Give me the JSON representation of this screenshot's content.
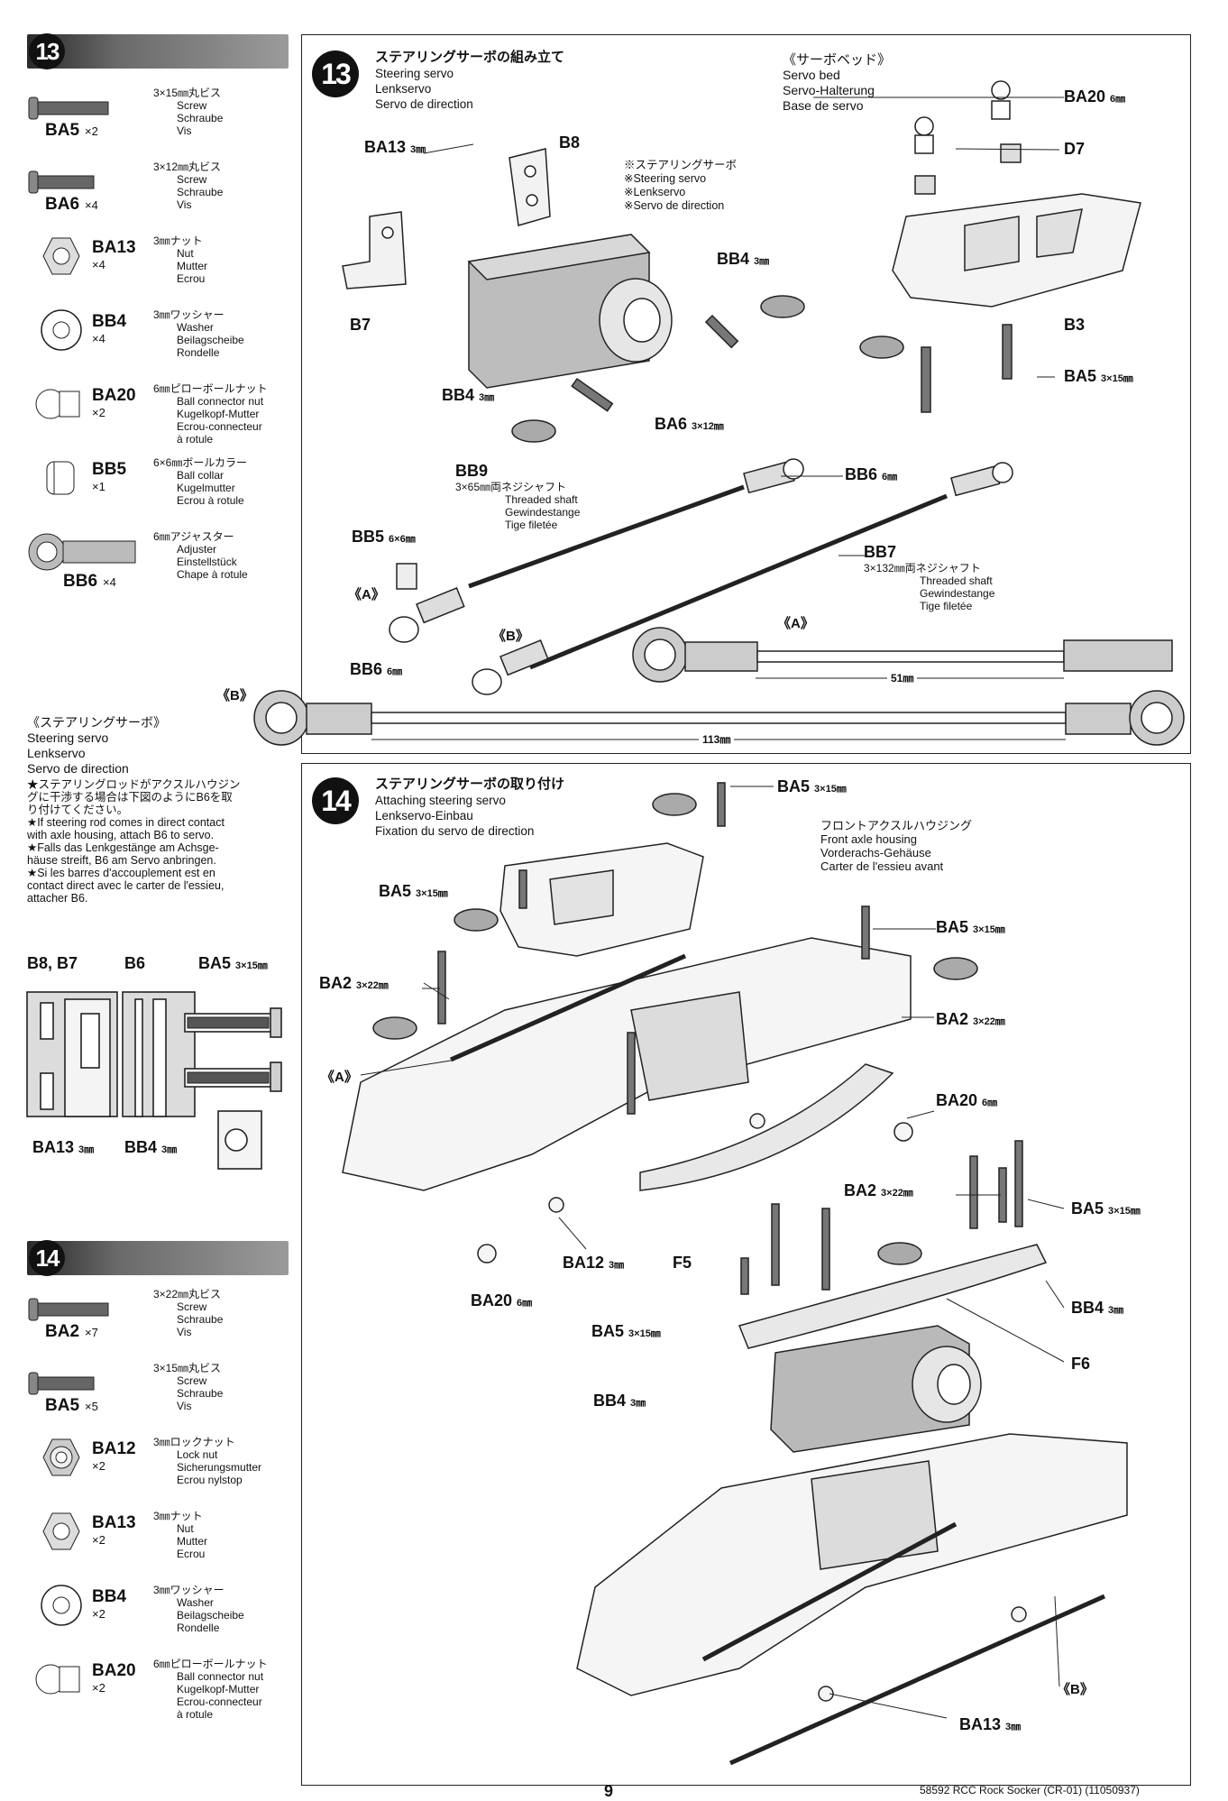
{
  "left_col": {
    "step13_parts": [
      {
        "code": "BA5",
        "qty": "×2",
        "jp": "3×15㎜丸ビス",
        "tr": [
          "Screw",
          "Schraube",
          "Vis"
        ],
        "icon": "screw-long-icon"
      },
      {
        "code": "BA6",
        "qty": "×4",
        "jp": "3×12㎜丸ビス",
        "tr": [
          "Screw",
          "Schraube",
          "Vis"
        ],
        "icon": "screw-short-icon"
      },
      {
        "code": "BA13",
        "qty": "×4",
        "jp": "3㎜ナット",
        "tr": [
          "Nut",
          "Mutter",
          "Ecrou"
        ],
        "icon": "nut-icon"
      },
      {
        "code": "BB4",
        "qty": "×4",
        "jp": "3㎜ワッシャー",
        "tr": [
          "Washer",
          "Beilagscheibe",
          "Rondelle"
        ],
        "icon": "washer-icon"
      },
      {
        "code": "BA20",
        "qty": "×2",
        "jp": "6㎜ピローボールナット",
        "tr": [
          "Ball connector nut",
          "Kugelkopf-Mutter",
          "Ecrou-connecteur",
          "à rotule"
        ],
        "icon": "ball-nut-icon"
      },
      {
        "code": "BB5",
        "qty": "×1",
        "jp": "6×6㎜ボールカラー",
        "tr": [
          "Ball collar",
          "Kugelmutter",
          "Ecrou à rotule"
        ],
        "icon": "ball-collar-icon"
      },
      {
        "code": "BB6",
        "qty": "×4",
        "jp": "6㎜アジャスター",
        "tr": [
          "Adjuster",
          "Einstellstück",
          "Chape à rotule"
        ],
        "icon": "adjuster-icon"
      }
    ],
    "servo_note_title": [
      "《ステアリングサーボ》",
      "Steering servo",
      "Lenkservo",
      "Servo de direction"
    ],
    "servo_note_body": [
      "★ステアリングロッドがアクスルハウジン",
      "グに干渉する場合は下図のようにB6を取",
      "り付けてください。",
      "★If steering rod comes in direct contact",
      "with axle housing, attach B6 to servo.",
      "★Falls das Lenkgestänge am Achsge-",
      "häuse streift, B6 am Servo anbringen.",
      "★Si les barres d'accouplement est en",
      "contact direct avec le carter de l'essieu,",
      "attacher B6."
    ],
    "detail_labels": {
      "b8b7": "B8, B7",
      "b6": "B6",
      "ba5": "BA5",
      "ba5_size": "3×15㎜",
      "ba13": "BA13",
      "ba13_size": "3㎜",
      "bb4": "BB4",
      "bb4_size": "3㎜"
    },
    "step14_parts": [
      {
        "code": "BA2",
        "qty": "×7",
        "jp": "3×22㎜丸ビス",
        "tr": [
          "Screw",
          "Schraube",
          "Vis"
        ],
        "icon": "screw-long-icon"
      },
      {
        "code": "BA5",
        "qty": "×5",
        "jp": "3×15㎜丸ビス",
        "tr": [
          "Screw",
          "Schraube",
          "Vis"
        ],
        "icon": "screw-short-icon"
      },
      {
        "code": "BA12",
        "qty": "×2",
        "jp": "3㎜ロックナット",
        "tr": [
          "Lock nut",
          "Sicherungsmutter",
          "Ecrou nylstop"
        ],
        "icon": "lock-nut-icon"
      },
      {
        "code": "BA13",
        "qty": "×2",
        "jp": "3㎜ナット",
        "tr": [
          "Nut",
          "Mutter",
          "Ecrou"
        ],
        "icon": "nut-icon"
      },
      {
        "code": "BB4",
        "qty": "×2",
        "jp": "3㎜ワッシャー",
        "tr": [
          "Washer",
          "Beilagscheibe",
          "Rondelle"
        ],
        "icon": "washer-icon"
      },
      {
        "code": "BA20",
        "qty": "×2",
        "jp": "6㎜ピローボールナット",
        "tr": [
          "Ball connector nut",
          "Kugelkopf-Mutter",
          "Ecrou-connecteur",
          "à rotule"
        ],
        "icon": "ball-nut-icon"
      }
    ],
    "step13_num": "13",
    "step14_num": "14"
  },
  "step13": {
    "num": "13",
    "title_jp": "ステアリングサーボの組み立て",
    "title_lines": [
      "Steering servo",
      "Lenkservo",
      "Servo de direction"
    ],
    "servo_bed": [
      "《サーボベッド》",
      "Servo bed",
      "Servo-Halterung",
      "Base de servo"
    ],
    "steering_servo_note": [
      "※ステアリングサーボ",
      "※Steering servo",
      "※Lenkservo",
      "※Servo de direction"
    ],
    "labels": {
      "ba13": "BA13",
      "ba13_s": "3㎜",
      "b8": "B8",
      "b7": "B7",
      "bb4_top": "BB4",
      "bb4_top_s": "3㎜",
      "bb4_low": "BB4",
      "bb4_low_s": "3㎜",
      "ba6": "BA6",
      "ba6_s": "3×12㎜",
      "ba20": "BA20",
      "ba20_s": "6㎜",
      "d7": "D7",
      "b3": "B3",
      "ba5": "BA5",
      "ba5_s": "3×15㎜",
      "bb9": "BB9",
      "bb9_jp": "3×65㎜両ネジシャフト",
      "bb9_tr": [
        "Threaded shaft",
        "Gewindestange",
        "Tige filetée"
      ],
      "bb6_top": "BB6",
      "bb6_top_s": "6㎜",
      "bb7": "BB7",
      "bb7_jp": "3×132㎜両ネジシャフト",
      "bb7_tr": [
        "Threaded shaft",
        "Gewindestange",
        "Tige filetée"
      ],
      "bb5": "BB5",
      "bb5_s": "6×6㎜",
      "a1": "《A》",
      "b1": "《B》",
      "bb6_low": "BB6",
      "bb6_low_s": "6㎜",
      "a2": "《A》",
      "b2": "《B》",
      "dim_a": "51㎜",
      "dim_b": "113㎜"
    }
  },
  "step14": {
    "num": "14",
    "title_jp": "ステアリングサーボの取り付け",
    "title_lines": [
      "Attaching steering servo",
      "Lenkservo-Einbau",
      "Fixation du servo de direction"
    ],
    "front_axle": [
      "フロントアクスルハウジング",
      "Front axle housing",
      "Vorderachs-Gehäuse",
      "Carter de l'essieu avant"
    ],
    "labels": {
      "ba5_a": "BA5",
      "ba5_a_s": "3×15㎜",
      "ba5_b": "BA5",
      "ba5_b_s": "3×15㎜",
      "ba5_c": "BA5",
      "ba5_c_s": "3×15㎜",
      "ba2_a": "BA2",
      "ba2_a_s": "3×22㎜",
      "ba2_b": "BA2",
      "ba2_b_s": "3×22㎜",
      "a": "《A》",
      "ba20_a": "BA20",
      "ba20_a_s": "6㎜",
      "ba2_c": "BA2",
      "ba2_c_s": "3×22㎜",
      "ba5_d": "BA5",
      "ba5_d_s": "3×15㎜",
      "ba12": "BA12",
      "ba12_s": "3㎜",
      "f5": "F5",
      "ba20_b": "BA20",
      "ba20_b_s": "6㎜",
      "bb4_a": "BB4",
      "bb4_a_s": "3㎜",
      "ba5_e": "BA5",
      "ba5_e_s": "3×15㎜",
      "f6": "F6",
      "bb4_b": "BB4",
      "bb4_b_s": "3㎜",
      "b": "《B》",
      "ba13": "BA13",
      "ba13_s": "3㎜"
    }
  },
  "footer": {
    "page": "9",
    "product": "58592 RCC Rock Socker (CR-01) (11050937)"
  }
}
